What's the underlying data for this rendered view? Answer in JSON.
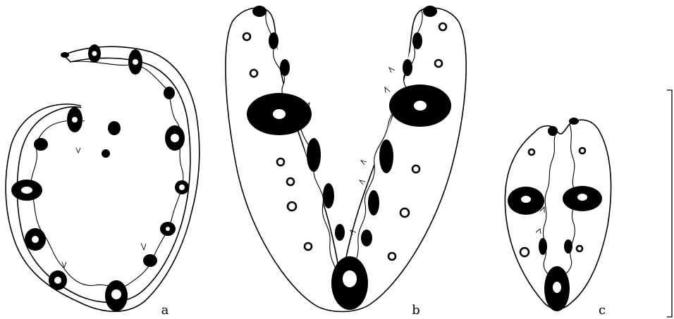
{
  "figure": {
    "sections": [
      {
        "id": "a",
        "label": "a"
      },
      {
        "id": "b",
        "label": "b"
      },
      {
        "id": "c",
        "label": "c"
      }
    ]
  }
}
